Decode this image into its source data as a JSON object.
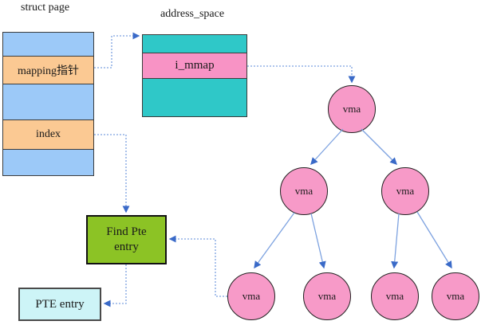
{
  "titles": {
    "struct_page": "struct page",
    "address_space": "address_space"
  },
  "struct_page": {
    "rows": [
      {
        "label": "",
        "color": "#9cc9f8"
      },
      {
        "label": "mapping指针",
        "color": "#fbc993"
      },
      {
        "label": "",
        "color": "#9cc9f8"
      },
      {
        "label": "index",
        "color": "#fbc993"
      },
      {
        "label": "",
        "color": "#9cc9f8"
      }
    ]
  },
  "address_space": {
    "rows": [
      {
        "label": "",
        "color": "#2fc8c8"
      },
      {
        "label": "i_mmap",
        "color": "#f893c5"
      },
      {
        "label": "",
        "color": "#2fc8c8"
      }
    ]
  },
  "vma_tree": {
    "nodes": [
      {
        "label": "vma",
        "level": "root"
      },
      {
        "label": "vma",
        "level": "mid-left"
      },
      {
        "label": "vma",
        "level": "mid-right"
      },
      {
        "label": "vma",
        "level": "leaf-1"
      },
      {
        "label": "vma",
        "level": "leaf-2"
      },
      {
        "label": "vma",
        "level": "leaf-3"
      },
      {
        "label": "vma",
        "level": "leaf-4"
      }
    ],
    "node_color": "#f79ac8"
  },
  "boxes": {
    "find_pte": {
      "label": "Find Pte entry",
      "color": "#8cc325"
    },
    "pte_entry": {
      "label": "PTE entry",
      "color": "#cdf4f7"
    }
  },
  "arrows": {
    "color_line": "#7da2e0",
    "color_head": "#3a6ac8",
    "connections": [
      "struct_page.mapping -> address_space",
      "address_space.i_mmap -> vma.root",
      "struct_page.index -> find_pte",
      "vma.root -> vma.mid-left",
      "vma.root -> vma.mid-right",
      "vma.mid-left -> vma.leaf-1",
      "vma.mid-left -> vma.leaf-2",
      "vma.mid-right -> vma.leaf-3",
      "vma.mid-right -> vma.leaf-4",
      "vma.leaf-1 -> find_pte",
      "find_pte -> pte_entry"
    ]
  }
}
